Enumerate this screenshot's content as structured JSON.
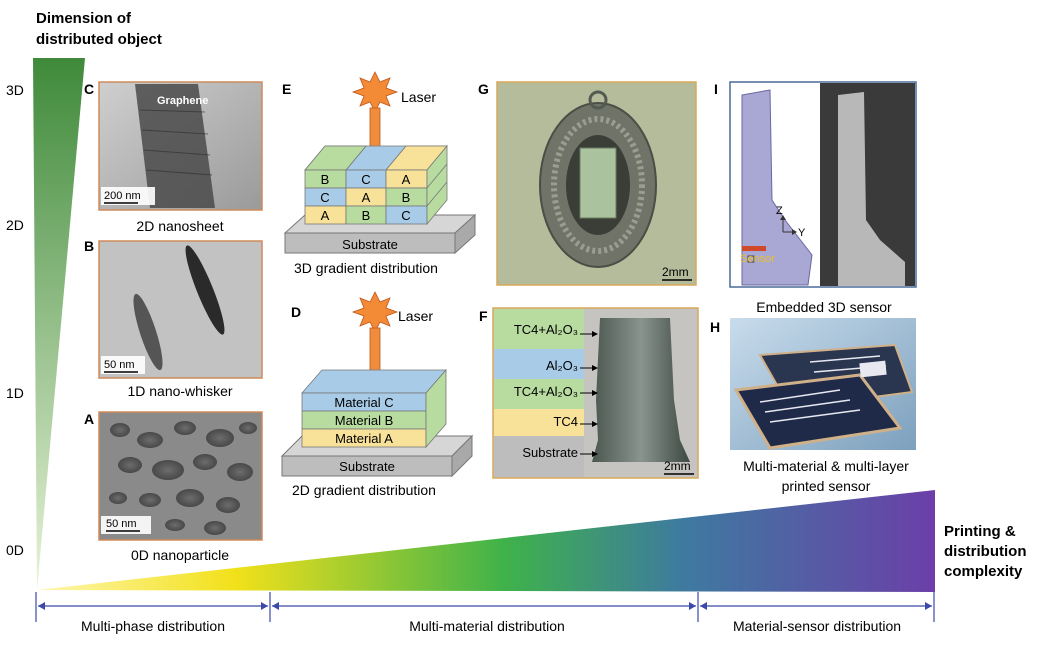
{
  "axis": {
    "y_title_line1": "Dimension of",
    "y_title_line2": "distributed object",
    "y_ticks": [
      "3D",
      "2D",
      "1D",
      "0D"
    ],
    "x_title_line1": "Printing &",
    "x_title_line2": "distribution",
    "x_title_line3": "complexity"
  },
  "panels": {
    "A": {
      "letter": "A",
      "caption": "0D nanoparticle",
      "scale": "50 nm"
    },
    "B": {
      "letter": "B",
      "caption": "1D nano-whisker",
      "scale": "50 nm"
    },
    "C": {
      "letter": "C",
      "caption": "2D nanosheet",
      "scale": "200 nm",
      "label": "Graphene"
    },
    "D": {
      "letter": "D",
      "caption": "2D gradient distribution",
      "laser": "Laser",
      "layers": [
        "Material C",
        "Material B",
        "Material A"
      ],
      "substrate": "Substrate"
    },
    "E": {
      "letter": "E",
      "caption": "3D gradient distribution",
      "laser": "Laser",
      "grid": [
        [
          "B",
          "C",
          "A"
        ],
        [
          "C",
          "A",
          "B"
        ],
        [
          "A",
          "B",
          "C"
        ]
      ],
      "substrate": "Substrate"
    },
    "F": {
      "letter": "F",
      "scale": "2mm",
      "layers": [
        "TC4+Al₂O₃",
        "Al₂O₃",
        "TC4+Al₂O₃",
        "TC4",
        "Substrate"
      ]
    },
    "G": {
      "letter": "G",
      "scale": "2mm"
    },
    "H": {
      "letter": "H",
      "caption_line1": "Multi-material & multi-layer",
      "caption_line2": "printed sensor"
    },
    "I": {
      "letter": "I",
      "caption": "Embedded 3D sensor",
      "sensor": "Sensor",
      "axis_z": "Z",
      "axis_y": "Y"
    }
  },
  "ranges": [
    "Multi-phase distribution",
    "Multi-material distribution",
    "Material-sensor distribution"
  ],
  "colors": {
    "layer_a": "#f8e29a",
    "layer_b": "#b8dca0",
    "layer_c": "#a8cce8",
    "substrate": "#bdbdbd",
    "laser": "#f08c3c"
  }
}
